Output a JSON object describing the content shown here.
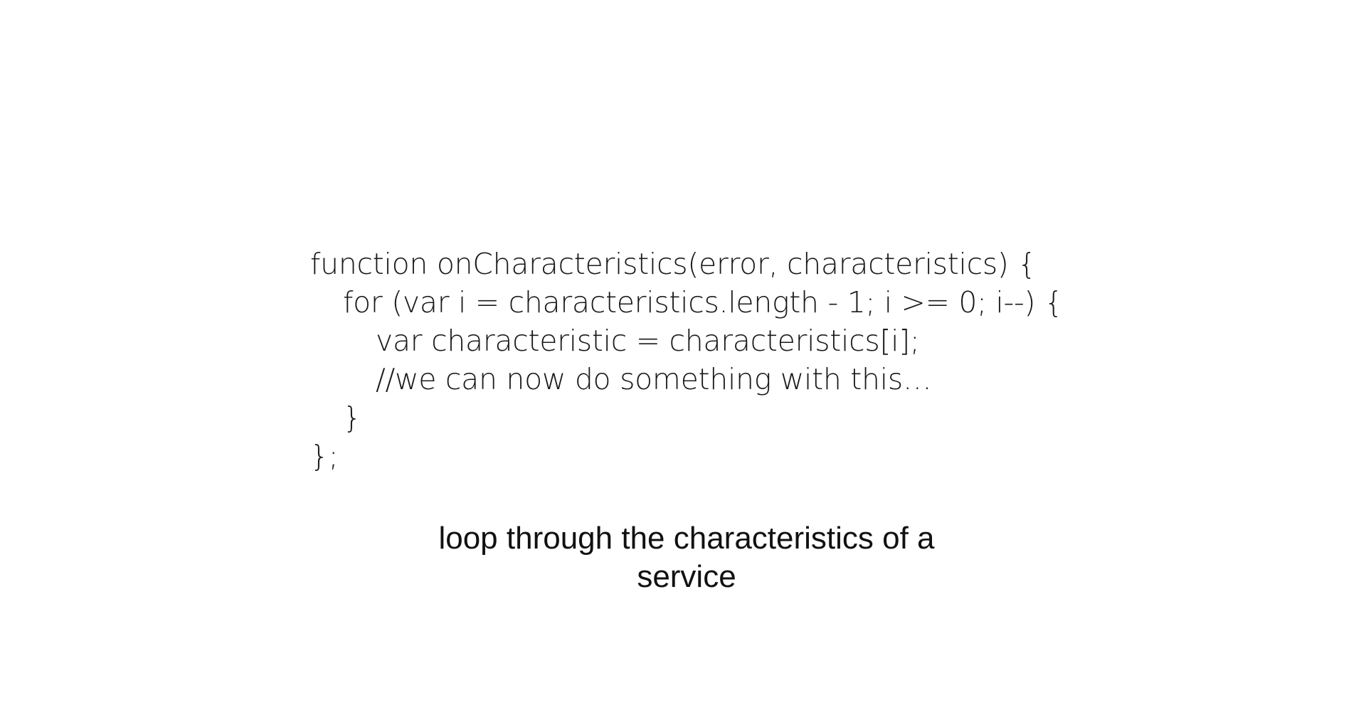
{
  "code": {
    "line1": "function onCharacteristics(error, characteristics) {",
    "line2": "for (var i = characteristics.length - 1; i >= 0; i--) {",
    "line3": "var characteristic = characteristics[i];",
    "line4": "//we can now do something with this…",
    "line5": "}",
    "line6": "};"
  },
  "caption": "loop through the characteristics of a service",
  "colors": {
    "background": "#ffffff",
    "text": "#111111"
  }
}
